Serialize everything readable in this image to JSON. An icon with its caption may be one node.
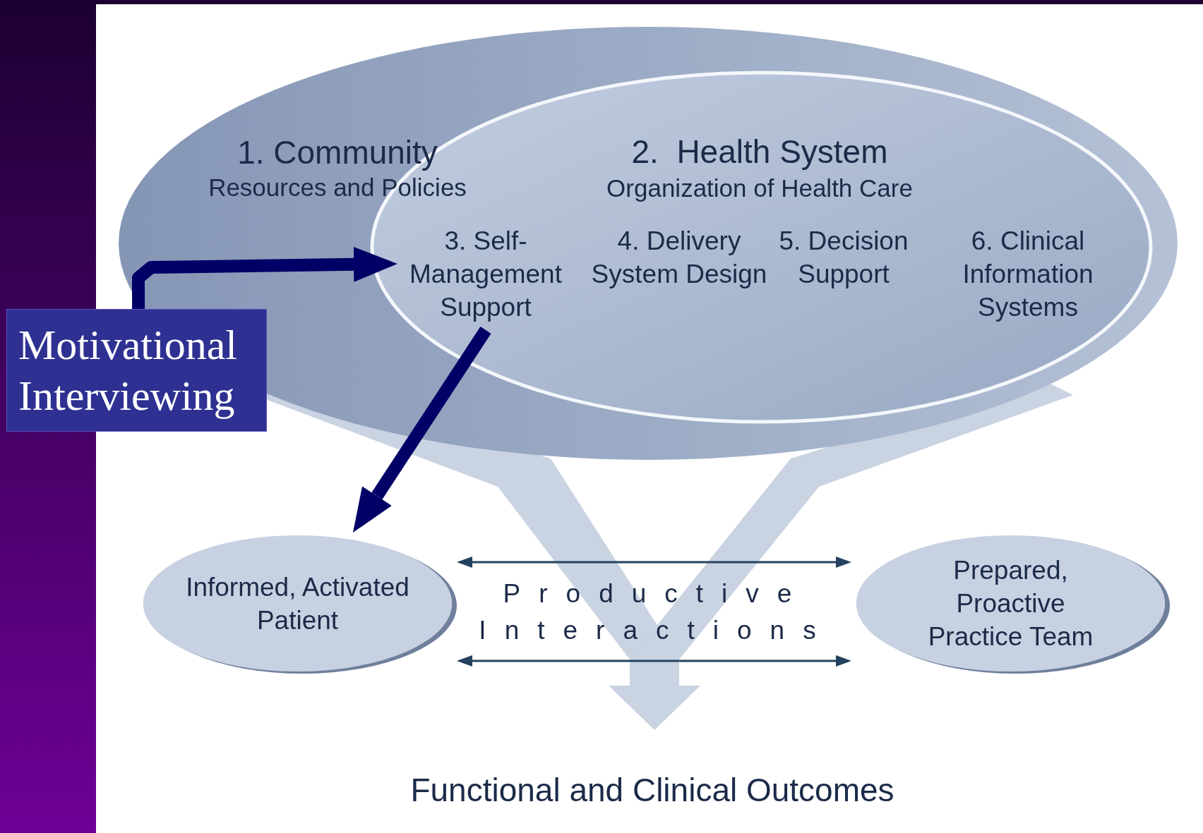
{
  "diagram": {
    "nodes": [
      {
        "text": [
          "1. Community",
          "Resources and Policies"
        ]
      },
      {
        "text": [
          "2.  Health System",
          "Organization of Health Care"
        ],
        "in": 0
      },
      {
        "text": [
          "3. Self-Management Support"
        ],
        "in": 1
      },
      {
        "text": [
          "4. Delivery System Design"
        ],
        "in": 1
      },
      {
        "text": [
          "5. Decision Support"
        ],
        "in": 1
      },
      {
        "text": [
          "6. Clinical Information Systems"
        ],
        "in": 1
      },
      {
        "text": [
          "Informed, Activated Patient"
        ]
      },
      {
        "text": [
          "Prepared, Proactive Practice Team"
        ]
      },
      {
        "text": [
          "Motivational Interviewing"
        ]
      }
    ],
    "edges": [
      {
        "from": 8,
        "to": 2,
        "arrow": "to",
        "style": "thick",
        "color": "#000066"
      },
      {
        "from": 2,
        "to": 6,
        "arrow": "to",
        "style": "thick",
        "color": "#000066"
      },
      {
        "from": 6,
        "to": 7,
        "arrow": "both"
      },
      {
        "from": 6,
        "to": 7,
        "arrow": "both"
      }
    ],
    "labels": [
      "Productive Interactions",
      "Functional and Clinical Outcomes"
    ]
  }
}
